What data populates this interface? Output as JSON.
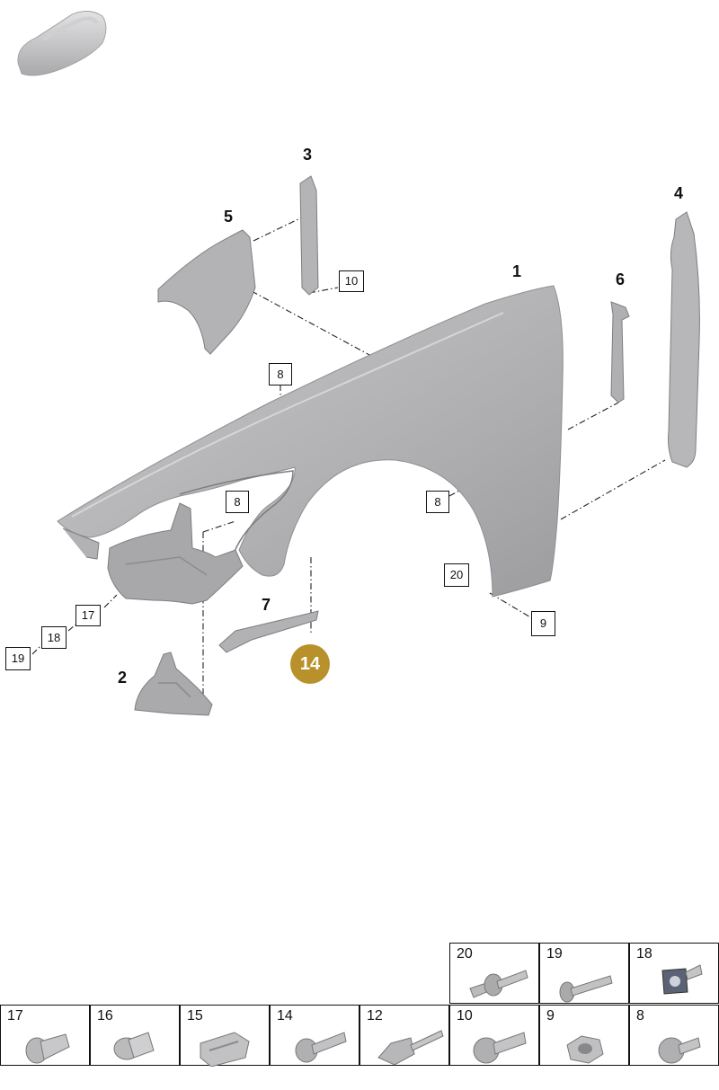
{
  "callouts": {
    "c1": "1",
    "c2": "2",
    "c3": "3",
    "c4": "4",
    "c5": "5",
    "c6": "6",
    "c7": "7"
  },
  "boxes": {
    "b10": "10",
    "b8a": "8",
    "b8b": "8",
    "b8c": "8",
    "b20": "20",
    "b9": "9",
    "b17": "17",
    "b18": "18",
    "b19": "19"
  },
  "badge": "14",
  "hardware_grid": [
    {
      "num": "20",
      "icon": "stud-bolt-icon"
    },
    {
      "num": "19",
      "icon": "long-bolt-icon"
    },
    {
      "num": "18",
      "icon": "square-nut-icon"
    },
    {
      "num": "17",
      "icon": "plastic-rivet-icon"
    },
    {
      "num": "16",
      "icon": "expanding-clip-icon"
    },
    {
      "num": "15",
      "icon": "spring-clip-icon"
    },
    {
      "num": "14",
      "icon": "flange-bolt-icon"
    },
    {
      "num": "12",
      "icon": "blind-rivet-icon"
    },
    {
      "num": "10",
      "icon": "torx-bolt-icon"
    },
    {
      "num": "9",
      "icon": "flange-nut-icon"
    },
    {
      "num": "8",
      "icon": "short-bolt-icon"
    }
  ],
  "colors": {
    "part_gray": "#b9b9bb",
    "badge_gold": "#b8912a"
  }
}
